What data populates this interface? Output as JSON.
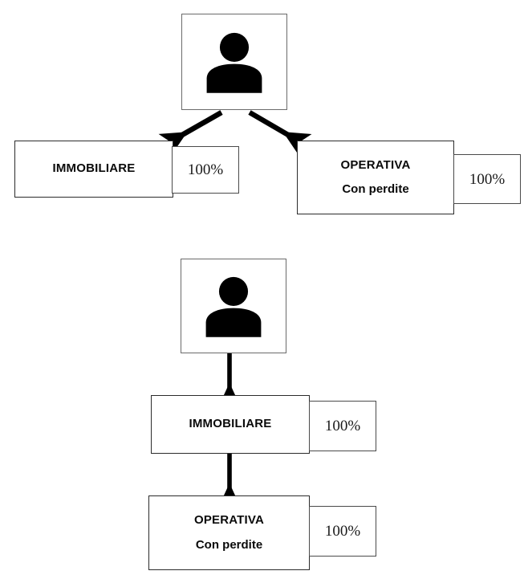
{
  "diagram": {
    "title": "",
    "background_color": "#ffffff",
    "line_color": "#000000",
    "charts": [
      {
        "id": "top-chart",
        "layout": "parent-with-two-children",
        "nodes": [
          {
            "id": "top-person",
            "type": "person",
            "icon": "person-icon",
            "label": ""
          },
          {
            "id": "top-immobiliare",
            "type": "entity",
            "label": "IMMOBILIARE",
            "sublabel": "",
            "percent": "100%"
          },
          {
            "id": "top-operativa",
            "type": "entity",
            "label": "OPERATIVA",
            "sublabel": "Con perdite",
            "percent": "100%"
          }
        ],
        "edges": [
          {
            "from": "top-person",
            "to": "top-immobiliare",
            "style": "arrow-diagonal-left"
          },
          {
            "from": "top-person",
            "to": "top-operativa",
            "style": "arrow-diagonal-right"
          }
        ]
      },
      {
        "id": "bottom-chart",
        "layout": "vertical-chain",
        "nodes": [
          {
            "id": "bot-person",
            "type": "person",
            "icon": "person-icon",
            "label": ""
          },
          {
            "id": "bot-immobiliare",
            "type": "entity",
            "label": "IMMOBILIARE",
            "sublabel": "",
            "percent": "100%"
          },
          {
            "id": "bot-operativa",
            "type": "entity",
            "label": "OPERATIVA",
            "sublabel": "Con perdite",
            "percent": "100%"
          }
        ],
        "edges": [
          {
            "from": "bot-person",
            "to": "bot-immobiliare",
            "style": "arrow-vertical"
          },
          {
            "from": "bot-immobiliare",
            "to": "bot-operativa",
            "style": "arrow-vertical"
          }
        ]
      }
    ]
  }
}
